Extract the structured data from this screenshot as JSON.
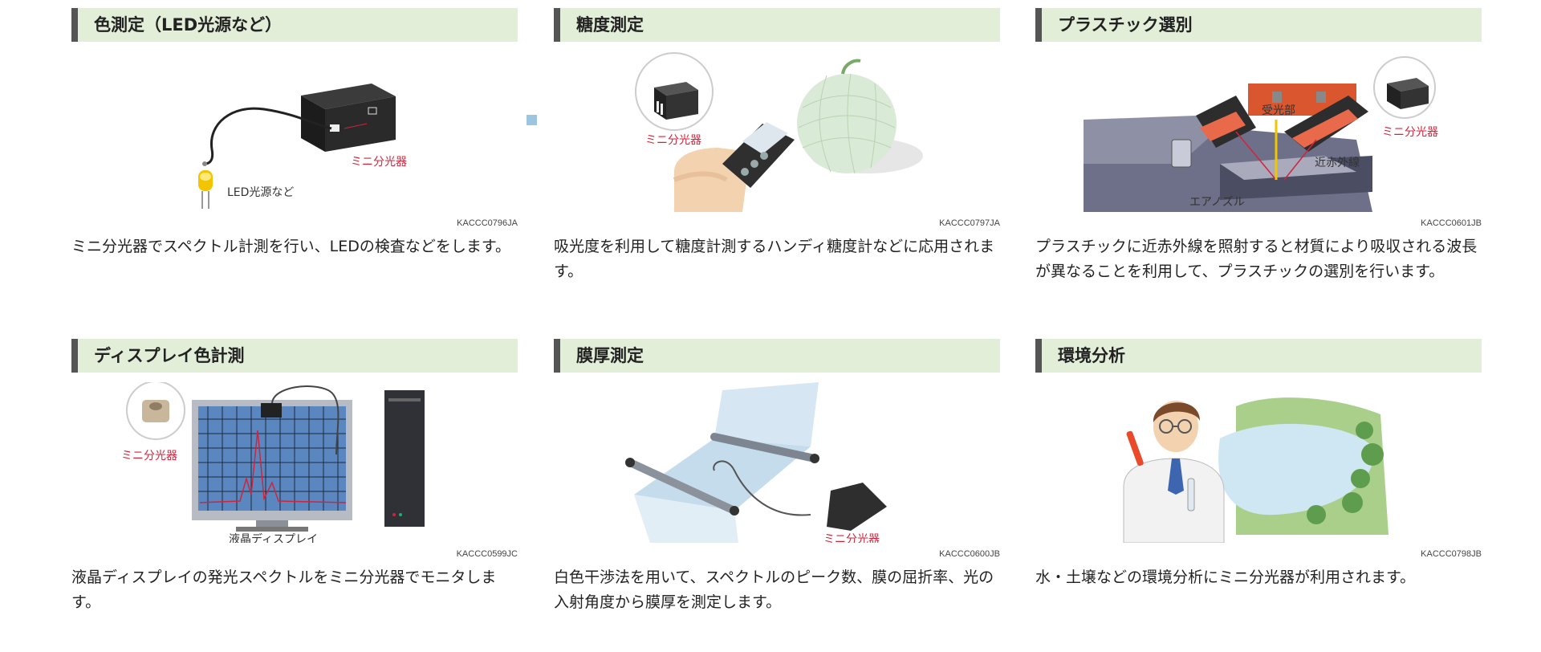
{
  "cards": [
    {
      "title": "色測定（LED光源など）",
      "code": "KACCC0796JA",
      "desc": "ミニ分光器でスペクトル計測を行い、LEDの検査などをします。",
      "labels": [
        "ミニ分光器",
        "LED光源など"
      ]
    },
    {
      "title": "糖度測定",
      "code": "KACCC0797JA",
      "desc": "吸光度を利用して糖度計測するハンディ糖度計などに応用されます。",
      "labels": [
        "ミニ分光器"
      ]
    },
    {
      "title": "プラスチック選別",
      "code": "KACCC0601JB",
      "desc": "プラスチックに近赤外線を照射すると材質により吸収される波長が異なることを利用して、プラスチックの選別を行います。",
      "labels": [
        "受光部",
        "ミニ分光器",
        "近赤外線",
        "エアノズル"
      ]
    },
    {
      "title": "ディスプレイ色計測",
      "code": "KACCC0599JC",
      "desc": "液晶ディスプレイの発光スペクトルをミニ分光器でモニタします。",
      "labels": [
        "ミニ分光器",
        "液晶ディスプレイ"
      ]
    },
    {
      "title": "膜厚測定",
      "code": "KACCC0600JB",
      "desc": "白色干渉法を用いて、スペクトルのピーク数、膜の屈折率、光の入射角度から膜厚を測定します。",
      "labels": [
        "ミニ分光器"
      ]
    },
    {
      "title": "環境分析",
      "code": "KACCC0798JB",
      "desc": "水・土壌などの環境分析にミニ分光器が利用されます。",
      "labels": []
    }
  ]
}
